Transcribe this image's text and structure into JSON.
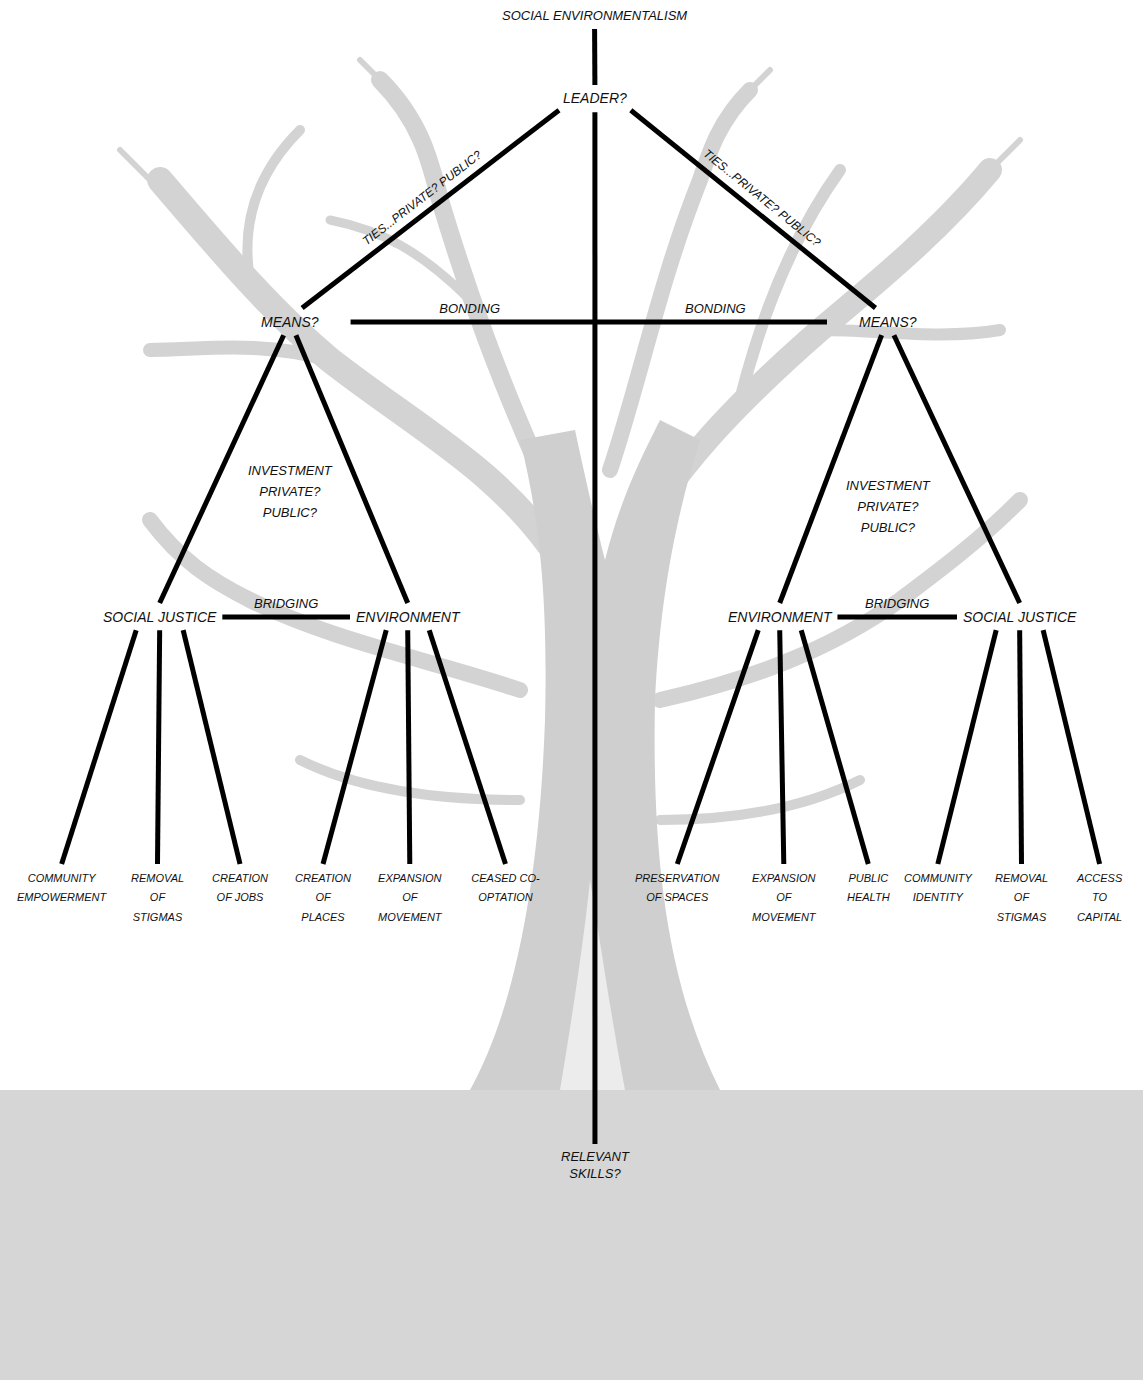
{
  "diagram": {
    "nodes": [
      {
        "text": [
          "SOCIAL ENVIRONMENTALISM"
        ]
      },
      {
        "text": [
          "LEADER?"
        ]
      },
      {
        "text": [
          "MEANS?"
        ]
      },
      {
        "text": [
          "MEANS?"
        ]
      },
      {
        "text": [
          "SOCIAL JUSTICE"
        ]
      },
      {
        "text": [
          "ENVIRONMENT"
        ]
      },
      {
        "text": [
          "ENVIRONMENT"
        ]
      },
      {
        "text": [
          "SOCIAL JUSTICE"
        ]
      },
      {
        "text": [
          "COMMUNITY EMPOWERMENT"
        ]
      },
      {
        "text": [
          "REMOVAL OF STIGMAS"
        ]
      },
      {
        "text": [
          "CREATION OF JOBS"
        ]
      },
      {
        "text": [
          "CREATION OF PLACES"
        ]
      },
      {
        "text": [
          "EXPANSION OF MOVEMENT"
        ]
      },
      {
        "text": [
          "CEASED CO-OPTATION"
        ]
      },
      {
        "text": [
          "PRESERVATION OF SPACES"
        ]
      },
      {
        "text": [
          "EXPANSION OF MOVEMENT"
        ]
      },
      {
        "text": [
          "PUBLIC HEALTH"
        ]
      },
      {
        "text": [
          "COMMUNITY IDENTITY"
        ]
      },
      {
        "text": [
          "REMOVAL OF STIGMAS"
        ]
      },
      {
        "text": [
          "ACCESS TO CAPITAL"
        ]
      },
      {
        "text": [
          "RELEVANT SKILLS?"
        ]
      }
    ],
    "edges": [
      {
        "from": 0,
        "to": 1,
        "arrow": "none"
      },
      {
        "from": 1,
        "to": 2,
        "label": "TIES...PRIVATE? PUBLIC?",
        "arrow": "none"
      },
      {
        "from": 1,
        "to": 3,
        "label": "TIES...PRIVATE? PUBLIC?",
        "arrow": "none"
      },
      {
        "from": 1,
        "to": 20,
        "arrow": "none"
      },
      {
        "from": 2,
        "to": 3,
        "label": "BONDING",
        "arrow": "none"
      },
      {
        "from": 2,
        "to": 4,
        "arrow": "none"
      },
      {
        "from": 2,
        "to": 5,
        "arrow": "none"
      },
      {
        "from": 4,
        "to": 5,
        "label": "BRIDGING",
        "arrow": "none"
      },
      {
        "from": 3,
        "to": 6,
        "arrow": "none"
      },
      {
        "from": 3,
        "to": 7,
        "arrow": "none"
      },
      {
        "from": 6,
        "to": 7,
        "label": "BRIDGING",
        "arrow": "none"
      },
      {
        "from": 4,
        "to": 8,
        "arrow": "none"
      },
      {
        "from": 4,
        "to": 9,
        "arrow": "none"
      },
      {
        "from": 4,
        "to": 10,
        "arrow": "none"
      },
      {
        "from": 5,
        "to": 11,
        "arrow": "none"
      },
      {
        "from": 5,
        "to": 12,
        "arrow": "none"
      },
      {
        "from": 5,
        "to": 13,
        "arrow": "none"
      },
      {
        "from": 6,
        "to": 14,
        "arrow": "none"
      },
      {
        "from": 6,
        "to": 15,
        "arrow": "none"
      },
      {
        "from": 6,
        "to": 16,
        "arrow": "none"
      },
      {
        "from": 7,
        "to": 17,
        "arrow": "none"
      },
      {
        "from": 7,
        "to": 18,
        "arrow": "none"
      },
      {
        "from": 7,
        "to": 19,
        "arrow": "none"
      }
    ],
    "labels": [
      "BONDING",
      "INVESTMENT PRIVATE? PUBLIC?",
      "INVESTMENT PRIVATE? PUBLIC?"
    ]
  }
}
